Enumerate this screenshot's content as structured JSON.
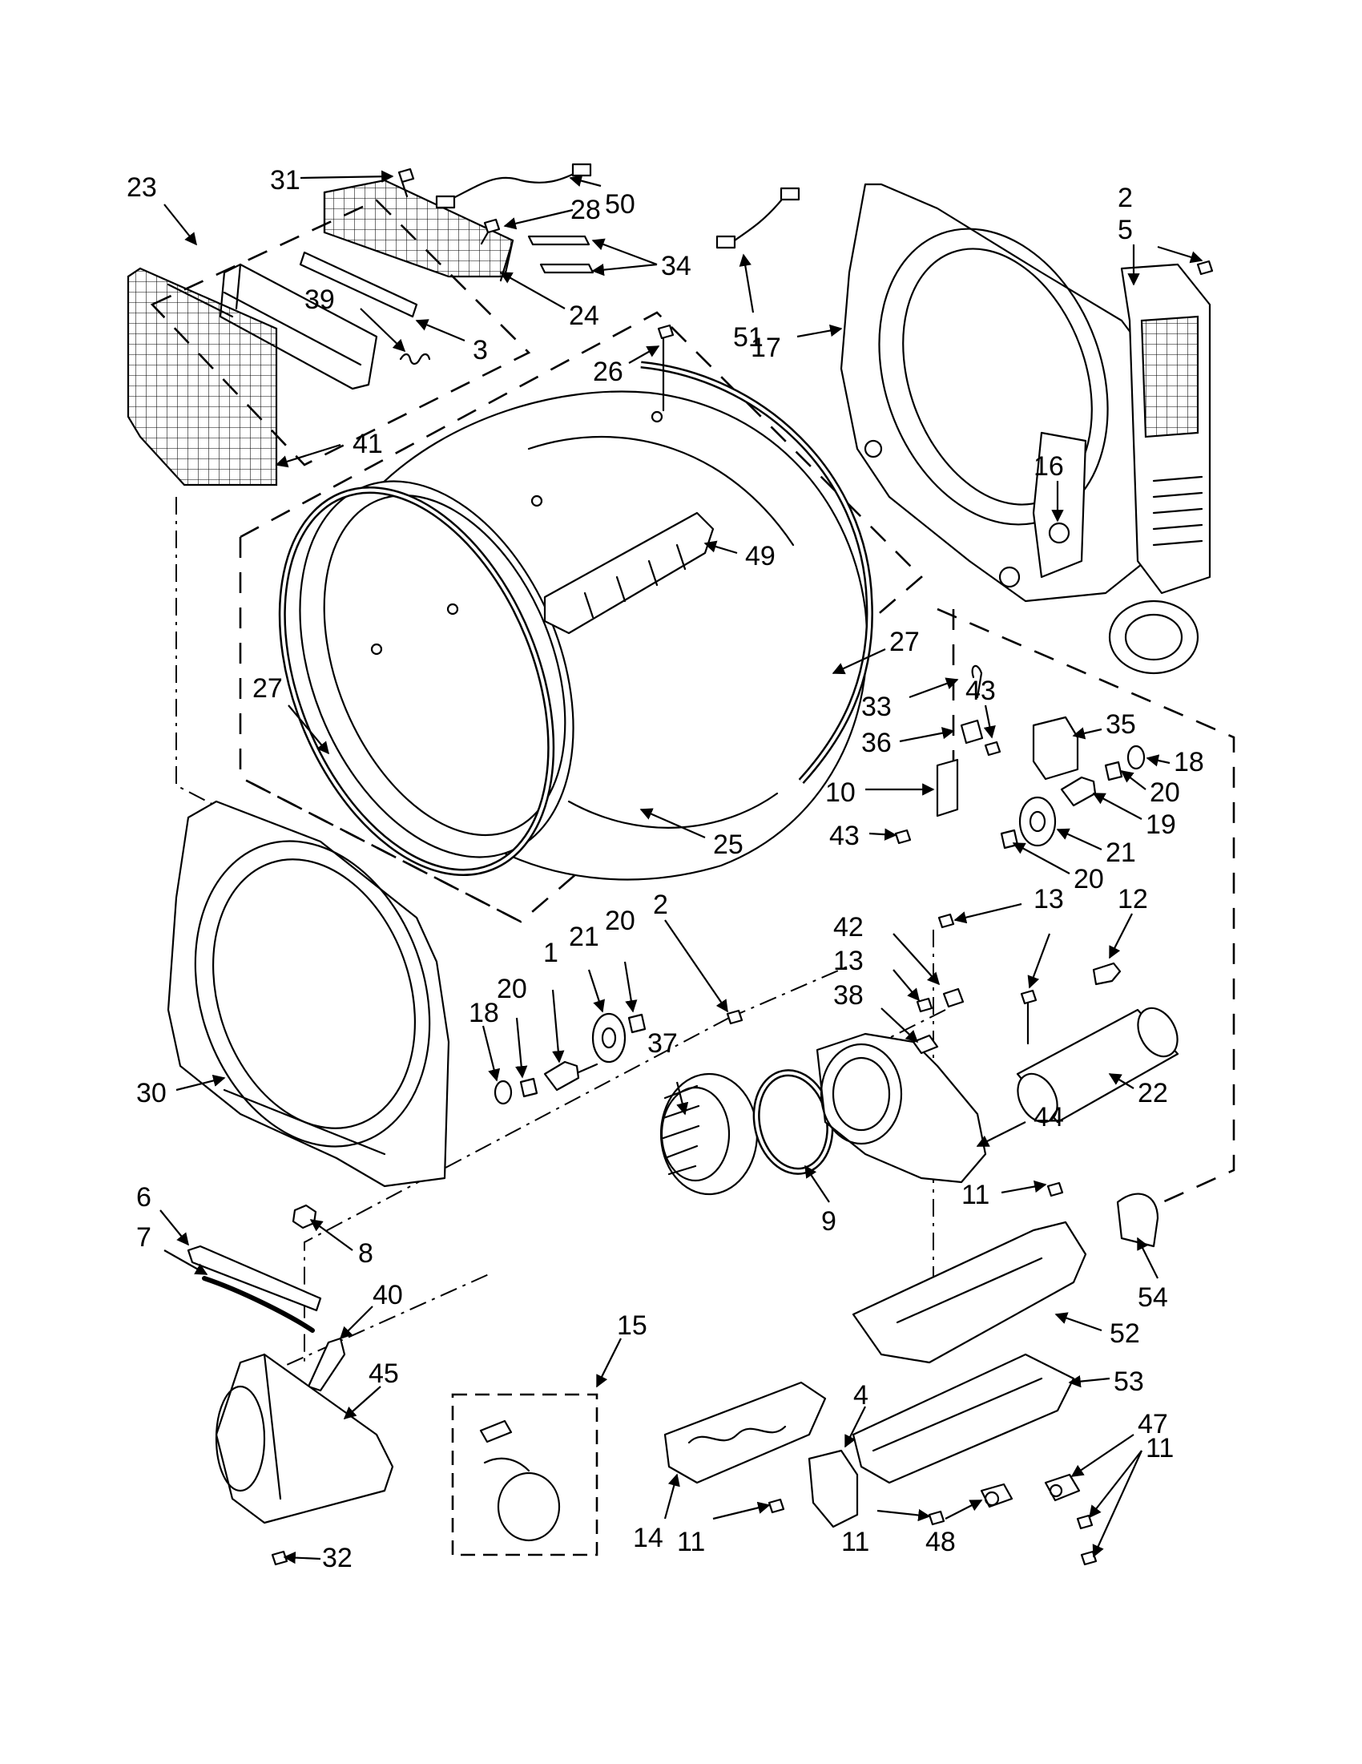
{
  "diagram": {
    "callouts": [
      "31",
      "50",
      "28",
      "34",
      "24",
      "3",
      "39",
      "23",
      "41",
      "26",
      "51",
      "17",
      "2",
      "5",
      "16",
      "49",
      "27",
      "27",
      "25",
      "33",
      "43",
      "35",
      "18",
      "36",
      "20",
      "10",
      "19",
      "43",
      "21",
      "20",
      "2",
      "13",
      "12",
      "42",
      "13",
      "38",
      "22",
      "44",
      "18",
      "20",
      "1",
      "21",
      "20",
      "37",
      "30",
      "9",
      "11",
      "54",
      "52",
      "6",
      "8",
      "7",
      "40",
      "45",
      "15",
      "53",
      "47",
      "4",
      "11",
      "14",
      "11",
      "11",
      "48",
      "32"
    ]
  }
}
